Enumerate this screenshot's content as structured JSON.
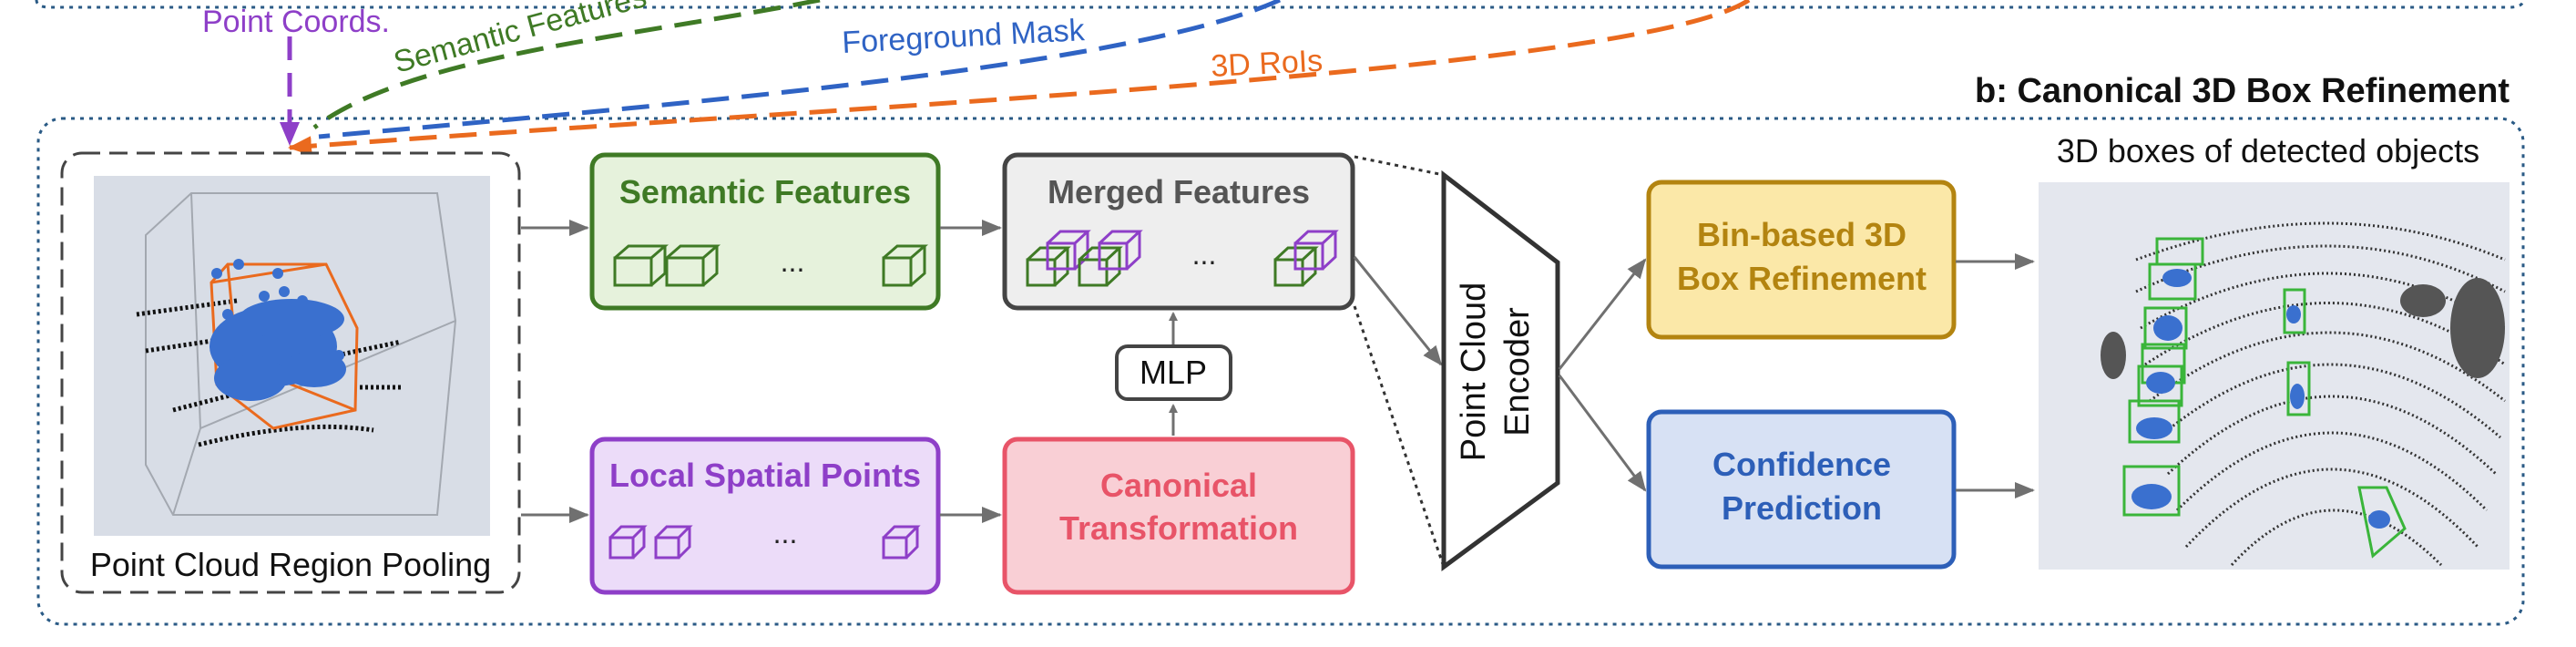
{
  "incoming_arrows": {
    "point_coords": "Point Coords.",
    "semantic_features": "Semantic Features",
    "foreground_mask": "Foreground Mask",
    "rois_3d": "3D RoIs"
  },
  "stage_b": {
    "title": "b: Canonical 3D Box Refinement"
  },
  "pooling": {
    "label": "Point Cloud Region Pooling"
  },
  "semantic_box": {
    "title": "Semantic Features",
    "ellipsis": "..."
  },
  "local_box": {
    "title": "Local Spatial Points",
    "ellipsis": "..."
  },
  "merged_box": {
    "title": "Merged Features",
    "ellipsis": "..."
  },
  "mlp": {
    "label": "MLP"
  },
  "canonical_box": {
    "line1": "Canonical",
    "line2": "Transformation"
  },
  "encoder": {
    "line1": "Point Cloud",
    "line2": "Encoder"
  },
  "bin_box": {
    "line1": "Bin-based 3D",
    "line2": "Box Refinement"
  },
  "confidence_box": {
    "line1": "Confidence",
    "line2": "Prediction"
  },
  "result": {
    "caption": "3D boxes of detected objects"
  },
  "colors": {
    "purple": "#8e3fc8",
    "green_dark": "#3f7a25",
    "blue": "#2f63c4",
    "orange": "#ea6a1e",
    "stage_border": "#2a5a85",
    "semantic_fill": "#e6f2dc",
    "local_fill": "#ecdcf9",
    "merged_fill": "#eeeeee",
    "canonical_fill": "#f9cfd5",
    "canonical_text": "#e85468",
    "bin_fill": "#fbe8a8",
    "bin_text": "#b38410",
    "confidence_fill": "#d7e1f4",
    "confidence_text": "#2d5fb8",
    "arrow_gray": "#707070"
  }
}
